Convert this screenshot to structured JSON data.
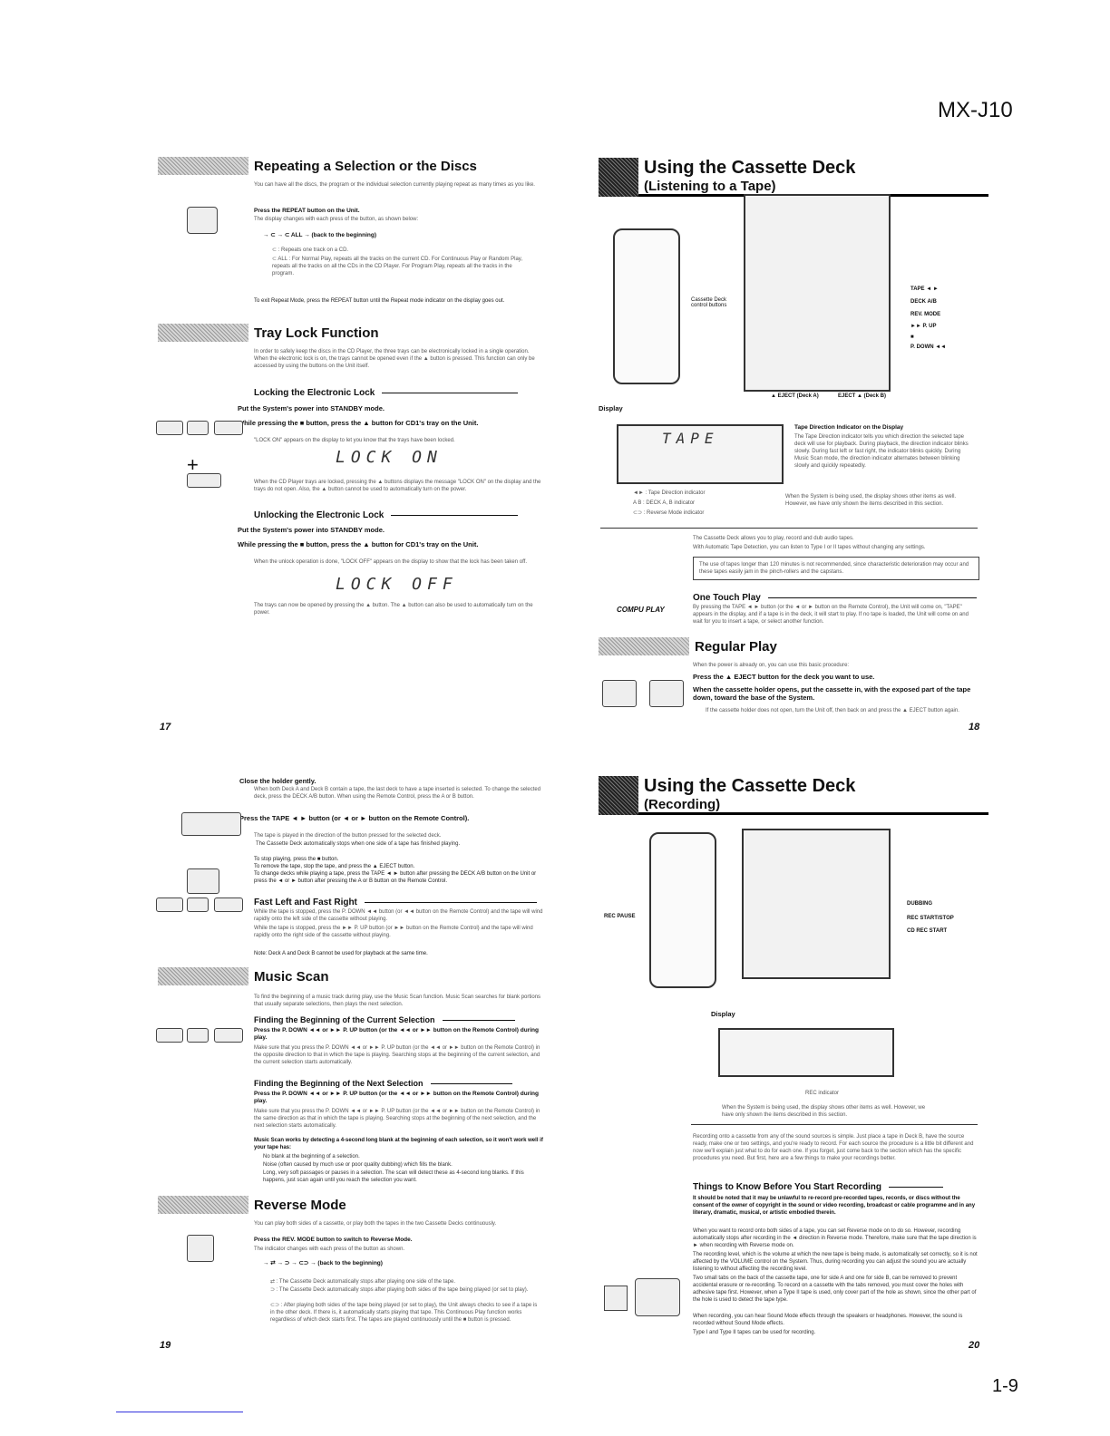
{
  "header": {
    "model": "MX-J10",
    "sheet_page": "1-9"
  },
  "page_numbers": {
    "p17": "17",
    "p18": "18",
    "p19": "19",
    "p20": "20"
  },
  "p17": {
    "s1_title": "Repeating a Selection or the Discs",
    "s1_intro": "You can have all the discs, the program or the individual selection currently playing repeat as many times as you like.",
    "s1_press": "Press the REPEAT button on the Unit.",
    "s1_press_desc": "The display changes with each press of the button, as shown below:",
    "s1_cycle": "→ ⊂ → ⊂ ALL → (back to the beginning)",
    "s1_opt1": "⊂ : Repeats one track on a CD.",
    "s1_opt2": "⊂ ALL : For Normal Play, repeats all the tracks on the current CD. For Continuous Play or Random Play, repeats all the tracks on all the CDs in the CD Player. For Program Play, repeats all the tracks in the program.",
    "s1_exit": "To exit Repeat Mode, press the REPEAT button until the Repeat mode indicator on the display goes out.",
    "s2_title": "Tray Lock Function",
    "s2_intro": "In order to safely keep the discs in the CD Player, the three trays can be electronically locked in a single operation. When the electronic lock is on, the trays cannot be opened even if the ▲ button is pressed. This function can only be accessed by using the buttons on the Unit itself.",
    "lock_title": "Locking the Electronic Lock",
    "lock_step1": "Put the System's power into STANDBY mode.",
    "lock_step2": "While pressing the ■ button, press the ▲ button for CD1's tray on the Unit.",
    "lock_step2_desc": "\"LOCK ON\" appears on the display to let you know that the trays have been locked.",
    "lock_lcd": "LOCK ON",
    "lock_after": "When the CD Player trays are locked, pressing the ▲ buttons displays the message \"LOCK ON\" on the display and the trays do not open. Also, the ▲ button cannot be used to automatically turn on the power.",
    "unlock_title": "Unlocking the Electronic Lock",
    "unlock_step1": "Put the System's power into STANDBY mode.",
    "unlock_step2": "While pressing the ■ button, press the ▲ button for CD1's tray on the Unit.",
    "unlock_desc": "When the unlock operation is done, \"LOCK OFF\" appears on the display to show that the lock has been taken off.",
    "unlock_lcd": "LOCK OFF",
    "unlock_after": "The trays can now be opened by pressing the ▲ button. The ▲ button can also be used to automatically turn on the power."
  },
  "p18": {
    "title1": "Using the Cassette Deck",
    "title2": "(Listening to a Tape)",
    "callout_remote": "Cassette Deck control buttons",
    "lbl_tape": "TAPE ◄ ►",
    "lbl_deck": "DECK A/B",
    "lbl_rev": "REV. MODE",
    "lbl_pup": "►► P. UP",
    "lbl_stop": "■",
    "lbl_pdown": "P. DOWN ◄◄",
    "lbl_eject_a": "▲ EJECT (Deck A)",
    "lbl_eject_b": "EJECT ▲ (Deck B)",
    "display_label": "Display",
    "lcd_text": "TAPE",
    "ind_title": "Tape Direction Indicator on the Display",
    "ind_desc": "The Tape Direction indicator tells you which direction the selected tape deck will use for playback. During playback, the direction indicator blinks slowly. During fast left or fast right, the indicator blinks quickly. During Music Scan mode, the direction indicator alternates between blinking slowly and quickly repeatedly.",
    "leg1": "◄► : Tape Direction indicator",
    "leg2": "A B : DECK A, B indicator",
    "leg3": "⊂⊃ : Reverse Mode indicator",
    "disp_note": "When the System is being used, the display shows other items as well. However, we have only shown the items described in this section.",
    "intro": "The Cassette Deck allows you to play, record and dub audio tapes.",
    "intro2": "With Automatic Tape Detection, you can listen to Type I or II tapes without changing any settings.",
    "caution": "The use of tapes longer than 120 minutes is not recommended, since characteristic deterioration may occur and these tapes easily jam in the pinch-rollers and the capstans.",
    "otp_title": "One Touch Play",
    "otp_logo": "COMPU PLAY",
    "otp_desc": "By pressing the TAPE ◄ ► button (or the ◄ or ► button on the Remote Control), the Unit will come on, \"TAPE\" appears in the display, and if a tape is in the deck, it will start to play. If no tape is loaded, the Unit will come on and wait for you to insert a tape, or select another function.",
    "rp_title": "Regular Play",
    "rp_intro": "When the power is already on, you can use this basic procedure:",
    "rp_step1": "Press the ▲ EJECT button for the deck you want to use.",
    "rp_step2": "When the cassette holder opens, put the cassette in, with the exposed part of the tape down, toward the base of the System.",
    "rp_note": "If the cassette holder does not open, turn the Unit off, then back on and press the ▲ EJECT button again."
  },
  "p19": {
    "step3": "Close the holder gently.",
    "step3_desc": "When both Deck A and Deck B contain a tape, the last deck to have a tape inserted is selected. To change the selected deck, press the DECK A/B button. When using the Remote Control, press the A or B button.",
    "step4": "Press the TAPE ◄ ► button (or ◄ or ► button on the Remote Control).",
    "step4_desc": "The tape is played in the direction of the button pressed for the selected deck.",
    "step4_note": "The Cassette Deck automatically stops when one side of a tape has finished playing.",
    "stop": "To stop playing, press the ■ button.",
    "remove": "To remove the tape, stop the tape, and press the ▲ EJECT button.",
    "change": "To change decks while playing a tape, press the TAPE ◄ ► button after pressing the DECK A/B button on the Unit or press the ◄ or ► button after pressing the A or B button on the Remote Control.",
    "ff_title": "Fast Left and Fast Right",
    "ff1": "While the tape is stopped, press the P. DOWN ◄◄ button (or ◄◄ button on the Remote Control) and the tape will wind rapidly onto the left side of the cassette without playing.",
    "ff2": "While the tape is stopped, press the ►► P. UP button (or ►► button on the Remote Control) and the tape will wind rapidly onto the right side of the cassette without playing.",
    "ff_note": "Note: Deck A and Deck B cannot be used for playback at the same time.",
    "ms_title": "Music Scan",
    "ms_intro": "To find the beginning of a music track during play, use the Music Scan function. Music Scan searches for blank portions that usually separate selections, then plays the next selection.",
    "fc_title": "Finding the Beginning of the Current Selection",
    "fc_press": "Press the P. DOWN ◄◄ or ►► P. UP button (or the ◄◄ or ►► button on the Remote Control) during play.",
    "fc_desc": "Make sure that you press the P. DOWN ◄◄ or ►► P. UP button (or the ◄◄ or ►► button on the Remote Control) in the opposite direction to that in which the tape is playing. Searching stops at the beginning of the current selection, and the current selection starts automatically.",
    "fn_title": "Finding the Beginning of the Next Selection",
    "fn_press": "Press the P. DOWN ◄◄ or ►► P. UP button (or the ◄◄ or ►► button on the Remote Control) during play.",
    "fn_desc": "Make sure that you press the P. DOWN ◄◄ or ►► P. UP button (or the ◄◄ or ►► button on the Remote Control) in the same direction as that in which the tape is playing. Searching stops at the beginning of the next selection, and the next selection starts automatically.",
    "ms_warn": "Music Scan works by detecting a 4-second long blank at the beginning of each selection, so it won't work well if your tape has:",
    "ms_b1": "No blank at the beginning of a selection.",
    "ms_b2": "Noise (often caused by much use or poor quality dubbing) which fills the blank.",
    "ms_b3": "Long, very soft passages or pauses in a selection. The scan will detect these as 4-second long blanks. If this happens, just scan again until you reach the selection you want.",
    "rm_title": "Reverse Mode",
    "rm_intro": "You can play both sides of a cassette, or play both the tapes in the two Cassette Decks continuously.",
    "rm_press": "Press the REV. MODE button to switch to Reverse Mode.",
    "rm_desc": "The indicator changes with each press of the button as shown.",
    "rm_cycle": "→ ⇄ → ⊃ → ⊂⊃ → (back to the beginning)",
    "rm_o1": "⇄ : The Cassette Deck automatically stops after playing one side of the tape.",
    "rm_o2": "⊃ : The Cassette Deck automatically stops after playing both sides of the tape being played (or set to play).",
    "rm_o3": "⊂⊃ : After playing both sides of the tape being played (or set to play), the Unit always checks to see if a tape is in the other deck. If there is, it automatically starts playing that tape. This Continuous Play function works regardless of which deck starts first. The tapes are played continuously until the ■ button is pressed."
  },
  "p20": {
    "title1": "Using the Cassette Deck",
    "title2": "(Recording)",
    "lbl_recpause": "REC PAUSE",
    "lbl_dubbing": "DUBBING",
    "lbl_recstart": "REC START/STOP",
    "lbl_cdrec": "CD REC START",
    "display_label": "Display",
    "rec_ind": "REC indicator",
    "disp_note": "When the System is being used, the display shows other items as well. However, we have only shown the items described in this section.",
    "intro": "Recording onto a cassette from any of the sound sources is simple. Just place a tape in Deck B, have the source ready, make one or two settings, and you're ready to record. For each source the procedure is a little bit different and now we'll explain just what to do for each one. If you forget, just come back to the section which has the specific procedures you need. But first, here are a few things to make your recordings better.",
    "ttk_title": "Things to Know Before You Start Recording",
    "t1": "It should be noted that it may be unlawful to re-record pre-recorded tapes, records, or discs without the consent of the owner of copyright in the sound or video recording, broadcast or cable programme and in any literary, dramatic, musical, or artistic embodied therein.",
    "t2": "When you want to record onto both sides of a tape, you can set Reverse mode on to do so. However, recording automatically stops after recording in the ◄ direction in Reverse mode. Therefore, make sure that the tape direction is ► when recording with Reverse mode on.",
    "t3": "The recording level, which is the volume at which the new tape is being made, is automatically set correctly, so it is not affected by the VOLUME control on the System. Thus, during recording you can adjust the sound you are actually listening to without affecting the recording level.",
    "t4": "Two small tabs on the back of the cassette tape, one for side A and one for side B, can be removed to prevent accidental erasure or re-recording. To record on a cassette with the tabs removed, you must cover the holes with adhesive tape first. However, when a Type II tape is used, only cover part of the hole as shown, since the other part of the hole is used to detect the tape type.",
    "t5": "When recording, you can hear Sound Mode effects through the speakers or headphones. However, the sound is recorded without Sound Mode effects.",
    "t6": "Type I and Type II tapes can be used for recording."
  }
}
